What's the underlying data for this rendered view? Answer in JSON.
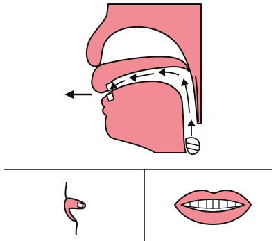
{
  "diagram": {
    "type": "articulation-diagram",
    "panels": [
      {
        "name": "vocal-tract-cross-section",
        "position": "top"
      },
      {
        "name": "lip-profile-view",
        "position": "bottom-left"
      },
      {
        "name": "mouth-front-view",
        "position": "bottom-right"
      }
    ],
    "airflow_direction": "outward",
    "colors": {
      "tissue": "#f18c94",
      "outline": "#111111",
      "teeth": "#ffffff",
      "background": "#ffffff",
      "arrow": "#111111"
    }
  }
}
